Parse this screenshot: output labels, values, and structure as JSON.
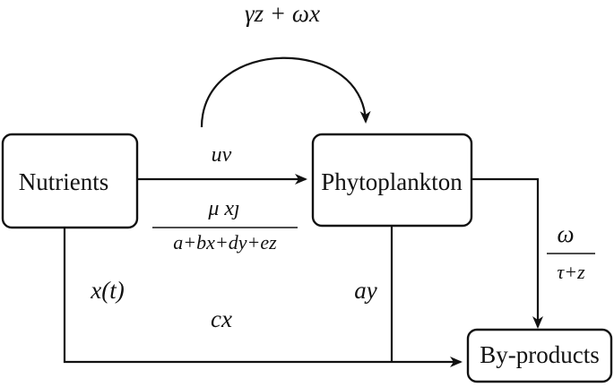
{
  "nodes": {
    "nutrients": "Nutrients",
    "phytoplankton": "Phytoplankton",
    "byproducts": "By-products"
  },
  "labels": {
    "top_arc": "γz + ωx",
    "uptake_top": "uv",
    "uptake_num": "μ xȷ",
    "uptake_den": "a+bx+dy+ez",
    "nutrient_loss": "x(t)",
    "nutrient_to_byproducts": "cx",
    "phyto_loss": "ay",
    "decay_num": "ω",
    "decay_den": "τ+z"
  },
  "colors": {
    "stroke": "#111111",
    "background": "#ffffff"
  }
}
